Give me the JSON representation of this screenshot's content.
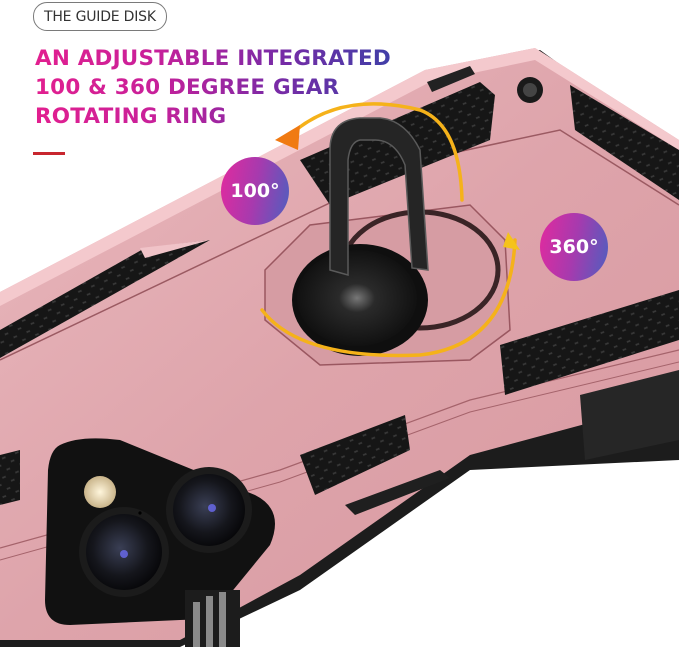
{
  "tag": {
    "label": "THE GUIDE DISK"
  },
  "headline": {
    "lines": [
      "AN ADJUSTABLE INTEGRATED",
      "100 & 360 DEGREE GEAR",
      "ROTATING RING"
    ],
    "gradient": [
      "#e21f8f",
      "#2b47a8"
    ]
  },
  "accent_line_color": "#c8262e",
  "badges": {
    "tilt": {
      "label": "100°"
    },
    "rotate": {
      "label": "360°"
    }
  },
  "product": {
    "case_color": "#e2aab0",
    "case_shadow": "#c58b92",
    "bumper_color": "#1e1e1e",
    "ring_color": "#2a2a2a",
    "arrow_color": "#f5b21a",
    "arrow_head_color": "#f07a12",
    "features": [
      "kickstand-ring",
      "honeycomb-grip-pads",
      "camera-cutout",
      "side-buttons"
    ]
  }
}
